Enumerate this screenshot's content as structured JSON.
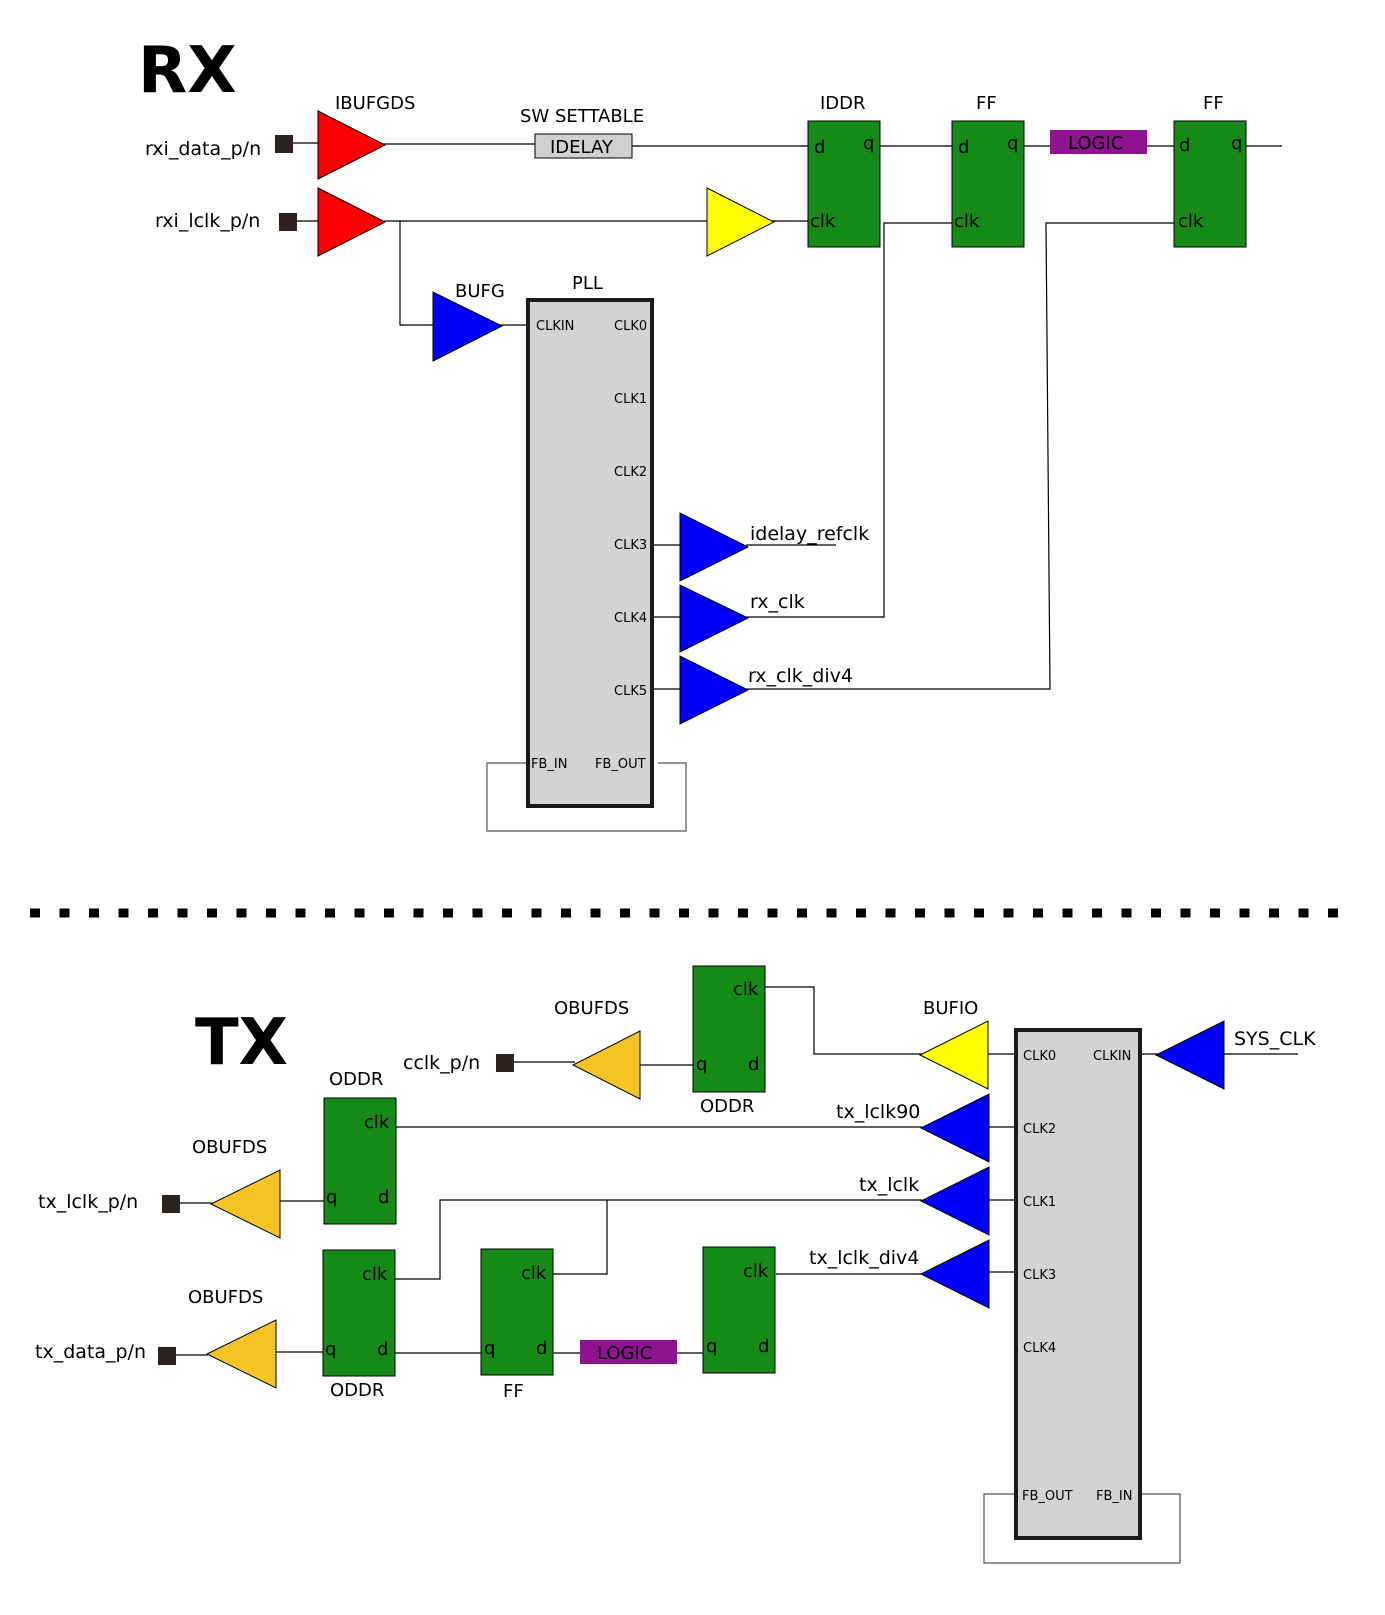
{
  "rx": {
    "title": "RX",
    "ports": {
      "data": "rxi_data_p/n",
      "lclk": "rxi_lclk_p/n"
    },
    "ibufgds": "IBUFGDS",
    "sw_settable": "SW SETTABLE",
    "idelay": "IDELAY",
    "iddr": "IDDR",
    "ff1": "FF",
    "ff2": "FF",
    "logic": "LOGIC",
    "bufg": "BUFG",
    "pll": {
      "title": "PLL",
      "clkin": "CLKIN",
      "clk0": "CLK0",
      "clk1": "CLK1",
      "clk2": "CLK2",
      "clk3": "CLK3",
      "clk4": "CLK4",
      "clk5": "CLK5",
      "fb_in": "FB_IN",
      "fb_out": "FB_OUT"
    },
    "nets": {
      "idelay_refclk": "idelay_refclk",
      "rx_clk": "rx_clk",
      "rx_clk_div4": "rx_clk_div4"
    },
    "pins": {
      "d": "d",
      "q": "q",
      "clk": "clk"
    }
  },
  "tx": {
    "title": "TX",
    "ports": {
      "cclk": "cclk_p/n",
      "lclk": "tx_lclk_p/n",
      "data": "tx_data_p/n"
    },
    "obufds": "OBUFDS",
    "oddr": "ODDR",
    "ff": "FF",
    "bufio": "BUFIO",
    "logic": "LOGIC",
    "sys_clk": "SYS_CLK",
    "pll": {
      "clk0": "CLK0",
      "clkin": "CLKIN",
      "clk2": "CLK2",
      "clk1": "CLK1",
      "clk3": "CLK3",
      "clk4": "CLK4",
      "fb_out": "FB_OUT",
      "fb_in": "FB_IN"
    },
    "nets": {
      "tx_lclk90": "tx_lclk90",
      "tx_lclk": "tx_lclk",
      "tx_lclk_div4": "tx_lclk_div4"
    },
    "pins": {
      "d": "d",
      "q": "q",
      "clk": "clk"
    }
  },
  "colors": {
    "ibuf": "#ff0000",
    "clkbuf": "#0000ff",
    "bufio": "#ffff00",
    "obuf": "#f5c424",
    "reg": "#168a16",
    "logic": "#8e138e",
    "pll": "#d3d3d3",
    "pad": "#2b2320",
    "idelay": "#d0d0d0"
  }
}
